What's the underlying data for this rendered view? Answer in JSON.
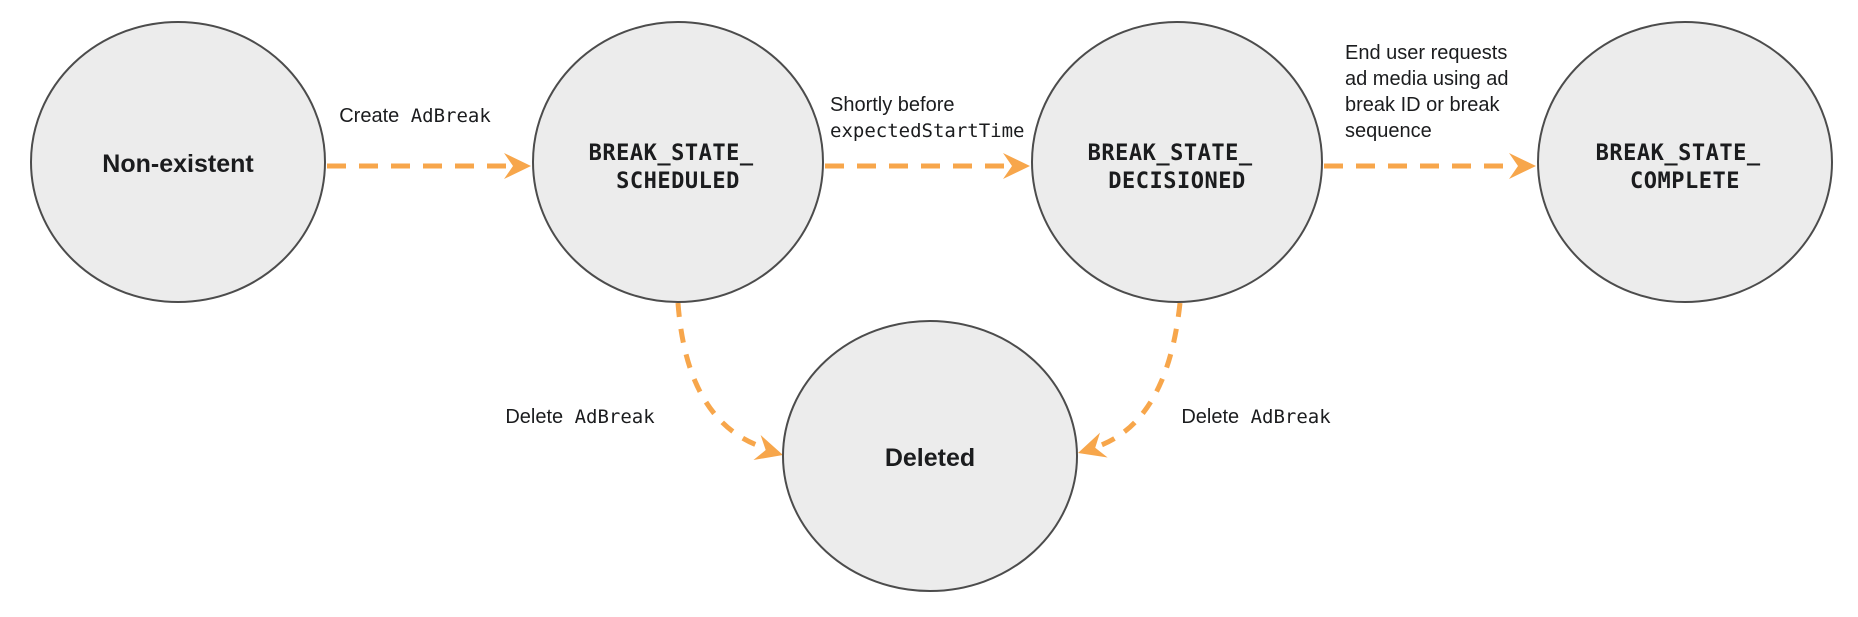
{
  "diagram": {
    "kind": "state-diagram",
    "colors": {
      "arrow_orange": "#f7a64b",
      "node_fill": "#ececec",
      "node_stroke": "#4c4c4c",
      "text": "#1b1c1e",
      "background": "#ffffff"
    },
    "states": [
      {
        "name": "non-existent",
        "label": "Non-existent"
      },
      {
        "name": "break-state-scheduled",
        "line1": "BREAK_STATE_",
        "line2": "SCHEDULED"
      },
      {
        "name": "break-state-decisioned",
        "line1": "BREAK_STATE_",
        "line2": "DECISIONED"
      },
      {
        "name": "break-state-complete",
        "line1": "BREAK_STATE_",
        "line2": "COMPLETE"
      },
      {
        "name": "deleted",
        "label": "Deleted"
      }
    ],
    "transitions": {
      "create": {
        "prefix": "Create",
        "code": "AdBreak"
      },
      "shortly": {
        "line1": "Shortly before",
        "line2": "expectedStartTime"
      },
      "end_user": {
        "line1": "End user requests",
        "line2": "ad media using ad",
        "line3": "break ID or break",
        "line4": "sequence"
      },
      "delete_left": {
        "prefix": "Delete",
        "code": "AdBreak"
      },
      "delete_right": {
        "prefix": "Delete",
        "code": "AdBreak"
      }
    }
  }
}
